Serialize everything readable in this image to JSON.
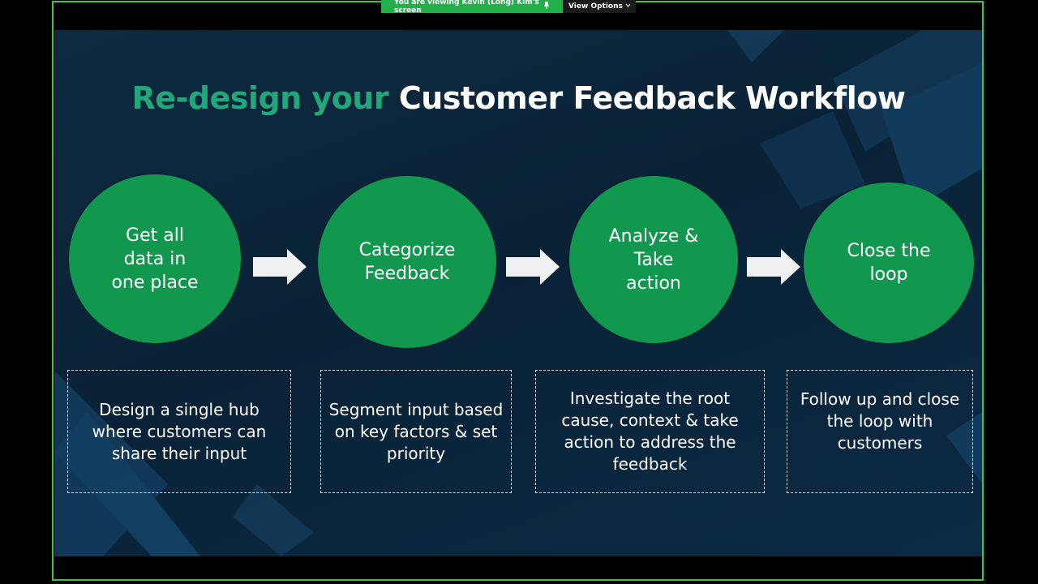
{
  "share_banner": {
    "viewing_text": "You are viewing  Kevin (Long) Kim's screen",
    "view_options_label": "View Options",
    "pin_icon": "pin-icon",
    "chevron_icon": "chevron-down-icon"
  },
  "slide": {
    "title_accent": "Re-design your",
    "title_main": "Customer Feedback Workflow",
    "steps": [
      {
        "label": "Get all\ndata in\none place",
        "description": "Design a single hub where customers can share their input"
      },
      {
        "label": "Categorize\nFeedback",
        "description": "Segment input based on key factors & set priority"
      },
      {
        "label": "Analyze &\nTake\naction",
        "description": "Investigate the root cause, context & take action to address the feedback"
      },
      {
        "label": "Close the\nloop",
        "description": "Follow up and close the loop with customers"
      }
    ]
  },
  "colors": {
    "accent_teal": "#22a77a",
    "circle_green": "#12984e",
    "banner_green": "#23b04a",
    "frame_green": "#3fc63f",
    "slide_bg": "#0a2236"
  }
}
